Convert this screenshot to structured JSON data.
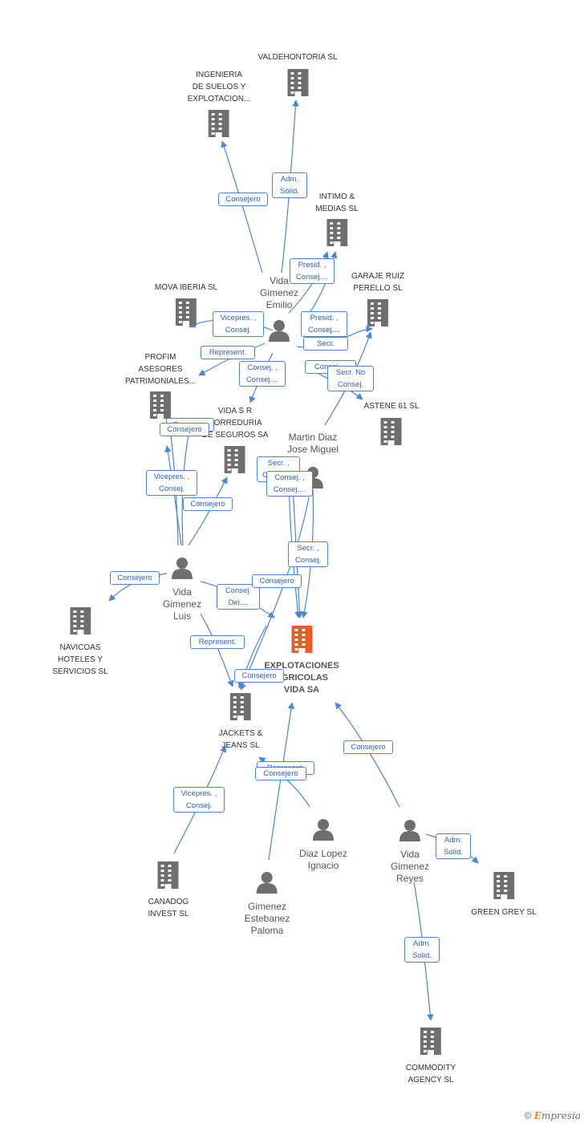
{
  "nodes": [
    {
      "id": "explotaciones",
      "type": "focal",
      "label": "EXPLOTACIONES\nAGRICOLAS\nVIDA SA"
    },
    {
      "id": "valdehontoria",
      "type": "company",
      "label": "VALDEHONTORIA SL"
    },
    {
      "id": "ingenieria",
      "type": "company",
      "label": "INGENIERIA\nDE SUELOS Y\nEXPLOTACION..."
    },
    {
      "id": "intimo",
      "type": "company",
      "label": "INTIMO &\nMEDIAS SL"
    },
    {
      "id": "garaje",
      "type": "company",
      "label": "GARAJE RUIZ\nPERELLO  SL"
    },
    {
      "id": "mova",
      "type": "company",
      "label": "MOVA IBERIA SL"
    },
    {
      "id": "profim",
      "type": "company",
      "label": "PROFIM\nASESORES\nPATRIMONIALES..."
    },
    {
      "id": "vidasr",
      "type": "company",
      "label": "VIDA S R\nCORREDURIA\nDE SEGUROS SA"
    },
    {
      "id": "astene",
      "type": "company",
      "label": "ASTENE 61 SL"
    },
    {
      "id": "navicoas",
      "type": "company",
      "label": "NAVICOAS\nHOTELES Y\nSERVICIOS SL"
    },
    {
      "id": "jackets",
      "type": "company",
      "label": "JACKETS &\nJEANS SL"
    },
    {
      "id": "canadog",
      "type": "company",
      "label": "CANADOG\nINVEST SL"
    },
    {
      "id": "greengrey",
      "type": "company",
      "label": "GREEN GREY SL"
    },
    {
      "id": "commodity",
      "type": "company",
      "label": "COMMODITY\nAGENCY SL"
    },
    {
      "id": "emilio",
      "type": "person",
      "label": "Vida\nGimenez\nEmilio"
    },
    {
      "id": "martin",
      "type": "person",
      "label": "Martin Diaz\nJose Miguel"
    },
    {
      "id": "luis",
      "type": "person",
      "label": "Vida\nGimenez\nLuis"
    },
    {
      "id": "ignacio",
      "type": "person",
      "label": "Diaz Lopez\nIgnacio"
    },
    {
      "id": "paloma",
      "type": "person",
      "label": "Gimenez\nEstebanez\nPaloma"
    },
    {
      "id": "reyes",
      "type": "person",
      "label": "Vida\nGimenez\nReyes"
    }
  ],
  "edges": [
    {
      "label": "Consejero"
    },
    {
      "label": "Adm.\nSolid."
    },
    {
      "label": "Presid. ,\nConsej...."
    },
    {
      "label": "Vicepres. ,\nConsej."
    },
    {
      "label": "Represent."
    },
    {
      "label": "Presid. ,\nConsej...."
    },
    {
      "label": "Secr."
    },
    {
      "label": "Consej. ,\nConsej...."
    },
    {
      "label": "Consej...."
    },
    {
      "label": "Secr.  No\nConsej."
    },
    {
      "label": "Consejero"
    },
    {
      "label": "Consejero"
    },
    {
      "label": "Vicepres. ,\nConsej."
    },
    {
      "label": "Consejero"
    },
    {
      "label": "Secr. ,\nConsej...."
    },
    {
      "label": "Consej. ,\nConsej...."
    },
    {
      "label": "Secr. ,\nConsej."
    },
    {
      "label": "Consejero"
    },
    {
      "label": "Consej.\nDel...."
    },
    {
      "label": "Consejero"
    },
    {
      "label": "Represent."
    },
    {
      "label": "Consejero"
    },
    {
      "label": "Vicepres. ,\nConsej."
    },
    {
      "label": "Represent."
    },
    {
      "label": "Consejero"
    },
    {
      "label": "Consejero"
    },
    {
      "label": "Adm.\nSolid."
    },
    {
      "label": "Adm.\nSolid."
    }
  ],
  "colors": {
    "edge": "#4a86d6",
    "edge_label_text": "#2d62b2",
    "company_icon": "#6f6f6f",
    "focal_icon": "#f05a28",
    "person_icon": "#6f6f6f"
  },
  "footer": {
    "copyright": "©",
    "brand_initial": "E",
    "brand_rest": "mpresia"
  }
}
